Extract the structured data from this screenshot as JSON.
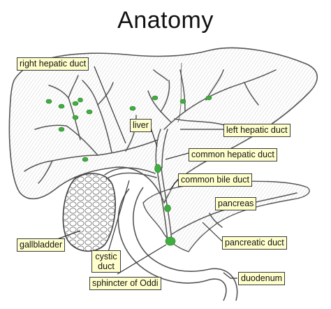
{
  "title": "Anatomy",
  "labels": {
    "right_hepatic_duct": "right hepatic duct",
    "liver": "liver",
    "left_hepatic_duct": "left hepatic duct",
    "common_hepatic_duct": "common hepatic duct",
    "common_bile_duct": "common bile duct",
    "pancreas": "pancreas",
    "pancreatic_duct": "pancreatic duct",
    "gallbladder": "gallbladder",
    "cystic_duct_line1": "cystic",
    "cystic_duct_line2": "duct",
    "sphincter_of_oddi": "sphincter of Oddi",
    "duodenum": "duodenum"
  },
  "colors": {
    "label_fill": "#ffffcc",
    "node_green": "#3fae3f",
    "line": "#555555"
  }
}
